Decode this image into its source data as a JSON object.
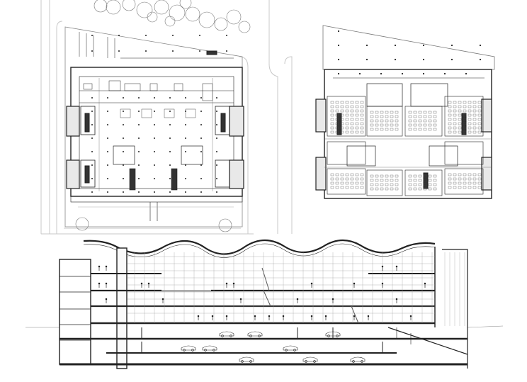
{
  "figure": {
    "panels": [
      "ground-floor-plan",
      "upper-floor-plan",
      "building-section"
    ],
    "line_color": "#222222",
    "context_color": "#c8c8c8",
    "background": "#ffffff"
  }
}
